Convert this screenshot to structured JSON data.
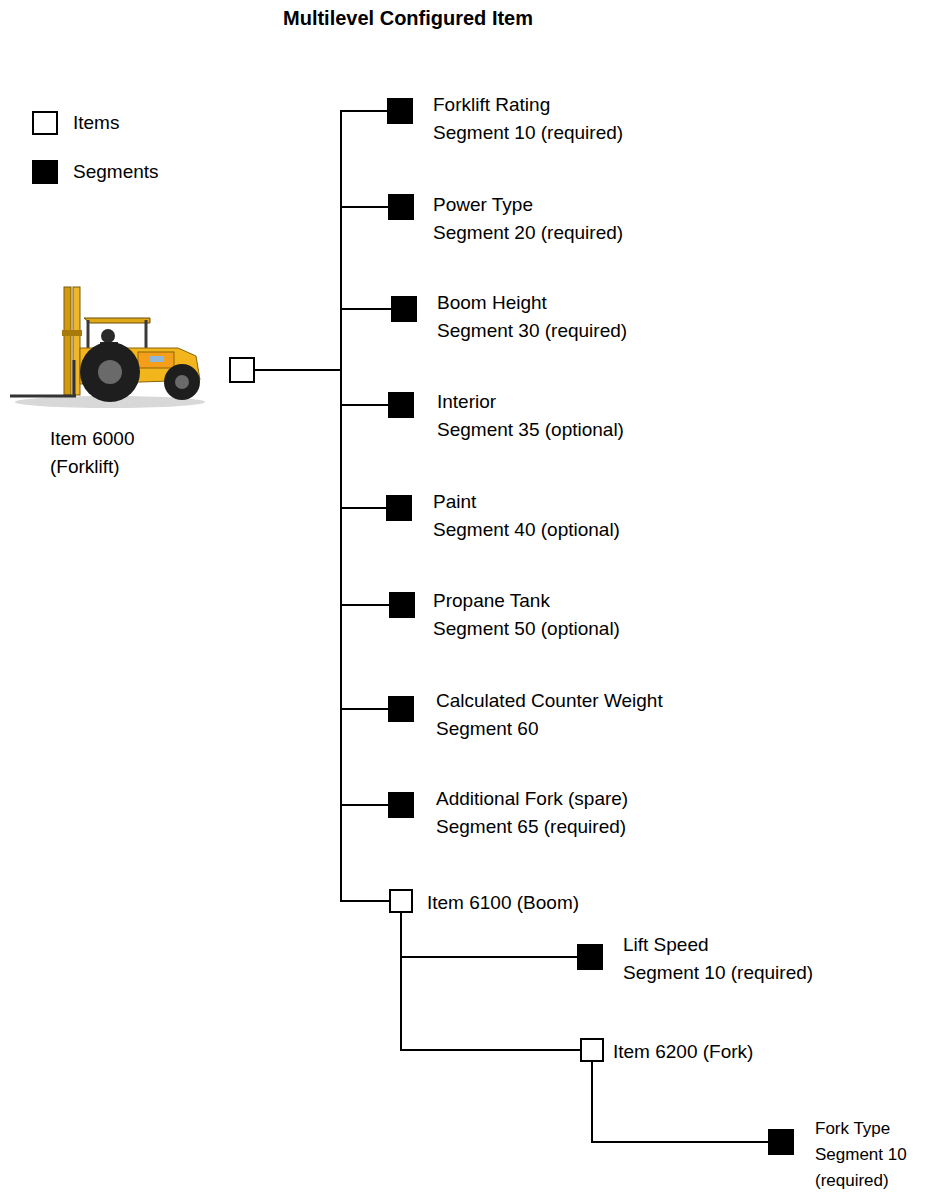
{
  "diagram": {
    "title": "Multilevel Configured Item",
    "nodes": [
      {
        "text": [
          "Item 6000",
          "(Forklift)"
        ]
      },
      {
        "text": [
          "Forklift Rating",
          "Segment 10 (required)"
        ]
      },
      {
        "text": [
          "Power Type",
          "Segment 20 (required)"
        ]
      },
      {
        "text": [
          "Boom Height",
          "Segment 30 (required)"
        ]
      },
      {
        "text": [
          "Interior",
          "Segment 35 (optional)"
        ]
      },
      {
        "text": [
          "Paint",
          "Segment 40 (optional)"
        ]
      },
      {
        "text": [
          "Propane Tank",
          "Segment 50 (optional)"
        ]
      },
      {
        "text": [
          "Calculated Counter Weight",
          "Segment 60"
        ]
      },
      {
        "text": [
          "Additional Fork (spare)",
          "Segment 65 (required)"
        ]
      },
      {
        "text": [
          "Item 6100 (Boom)"
        ]
      },
      {
        "text": [
          "Lift Speed",
          "Segment 10 (required)"
        ]
      },
      {
        "text": [
          "Item 6200 (Fork)"
        ]
      },
      {
        "text": [
          "Fork Type",
          "Segment 10 (required)"
        ]
      }
    ],
    "edges": [
      {
        "from": 0,
        "to": 1,
        "arrow": "none"
      },
      {
        "from": 0,
        "to": 2,
        "arrow": "none"
      },
      {
        "from": 0,
        "to": 3,
        "arrow": "none"
      },
      {
        "from": 0,
        "to": 4,
        "arrow": "none"
      },
      {
        "from": 0,
        "to": 5,
        "arrow": "none"
      },
      {
        "from": 0,
        "to": 6,
        "arrow": "none"
      },
      {
        "from": 0,
        "to": 7,
        "arrow": "none"
      },
      {
        "from": 0,
        "to": 8,
        "arrow": "none"
      },
      {
        "from": 0,
        "to": 9,
        "arrow": "none"
      },
      {
        "from": 9,
        "to": 10,
        "arrow": "none"
      },
      {
        "from": 9,
        "to": 11,
        "arrow": "none"
      },
      {
        "from": 11,
        "to": 12,
        "arrow": "none"
      }
    ],
    "legend": [
      {
        "text": "Items",
        "color": "#ffffff"
      },
      {
        "text": "Segments",
        "color": "#000000"
      }
    ]
  }
}
